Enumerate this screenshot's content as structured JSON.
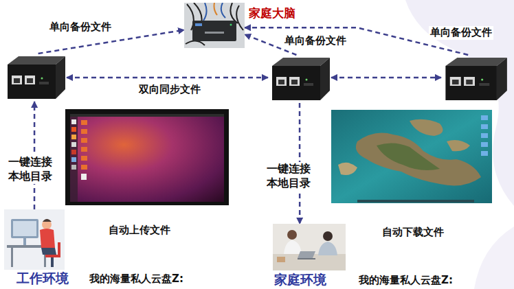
{
  "diagram": {
    "nodes": [
      {
        "text": [
          "家庭大脑"
        ]
      },
      {
        "text": []
      },
      {
        "text": []
      },
      {
        "text": []
      },
      {
        "text": [
          "工作环境"
        ]
      },
      {
        "text": [
          "家庭环境"
        ]
      }
    ],
    "edges": [
      {
        "from": 1,
        "to": 0,
        "label": "单向备份文件",
        "arrow": "to"
      },
      {
        "from": 2,
        "to": 0,
        "label": "单向备份文件",
        "arrow": "to"
      },
      {
        "from": 3,
        "to": 0,
        "label": "单向备份文件",
        "arrow": "to"
      },
      {
        "from": 1,
        "to": 2,
        "label": "双向同步文件",
        "arrow": "both"
      },
      {
        "from": 2,
        "to": 3,
        "arrow": "both"
      },
      {
        "from": 4,
        "to": 1,
        "label": "一键连接 本地目录",
        "arrow": "to"
      },
      {
        "from": 2,
        "to": 5,
        "label": "一键连接 本地目录",
        "arrow": "to"
      }
    ],
    "labels": [
      "自动上传文件",
      "自动下载文件",
      "我的海量私人云盘Z:",
      "我的海量私人云盘Z:"
    ]
  }
}
